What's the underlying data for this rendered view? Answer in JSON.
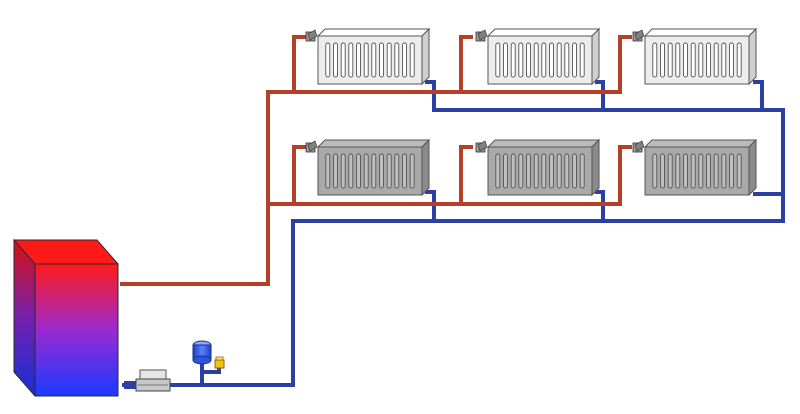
{
  "diagram": {
    "kind": "two-pipe heating system",
    "colors": {
      "supply_pipe": "#B5402A",
      "return_pipe": "#2C3FA3",
      "boiler_top": "#FF1A1A",
      "boiler_bottom": "#1A3BFF",
      "radiator_upper_row": "#EDEDED",
      "radiator_lower_row": "#A9A9A9",
      "expansion_tank": "#2B55E0",
      "air_valve": "#F2C21A",
      "pump": "#C8C8C8",
      "thermostatic_valve": "#9A9A9A"
    },
    "components": {
      "boiler": {
        "count": 1,
        "icon": "boiler-icon"
      },
      "radiators": {
        "rows": 2,
        "per_row": 3,
        "icon": "radiator-icon"
      },
      "circulation_pump": {
        "count": 1,
        "icon": "pump-icon"
      },
      "expansion_tank": {
        "count": 1,
        "icon": "expansion-tank-icon"
      },
      "air_valve": {
        "count": 1,
        "icon": "air-valve-icon"
      },
      "thermostatic_valves": {
        "count": 6,
        "icon": "thermostatic-valve-icon"
      }
    }
  }
}
